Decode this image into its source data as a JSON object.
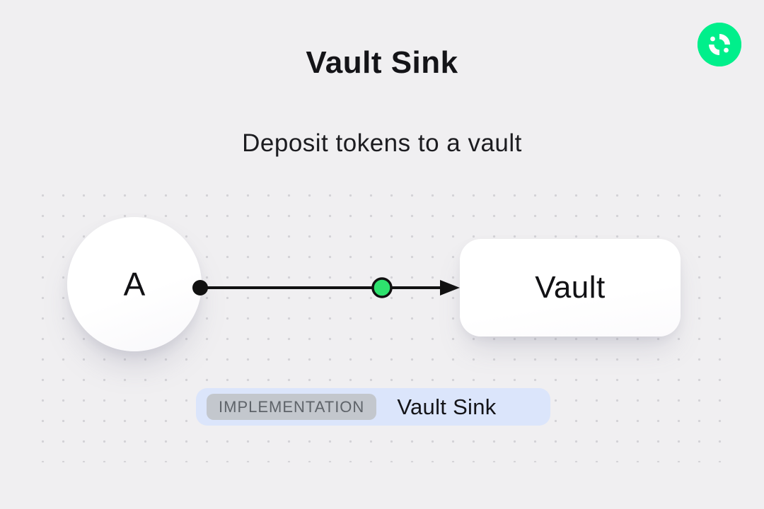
{
  "header": {
    "title": "Vault Sink",
    "subtitle": "Deposit tokens to a vault"
  },
  "logo": {
    "name": "flow-brand-logo",
    "color": "#00ef8b"
  },
  "diagram": {
    "source_node": {
      "label": "A"
    },
    "target_node": {
      "label": "Vault"
    },
    "arrow": {
      "from": "A",
      "to": "Vault",
      "midpoint_marker_color": "#2ee26e"
    }
  },
  "badge": {
    "tag": "IMPLEMENTATION",
    "label": "Vault Sink"
  },
  "colors": {
    "page_background": "#f0eff1",
    "accent_green": "#00ef8b",
    "badge_background": "#dbe5fb",
    "tag_background": "#c3c7cd",
    "tag_text": "#5e6369",
    "line_black": "#111111"
  }
}
